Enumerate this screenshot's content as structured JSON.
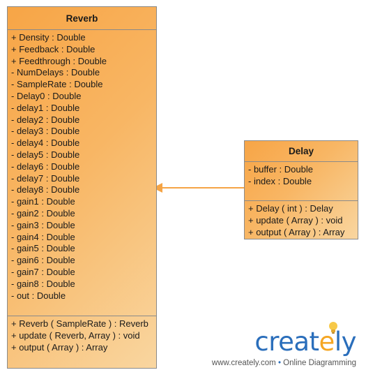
{
  "classes": {
    "reverb": {
      "name": "Reverb",
      "attributes": [
        "+ Density : Double",
        "+ Feedback : Double",
        "+ Feedthrough : Double",
        "- NumDelays : Double",
        "- SampleRate : Double",
        "- Delay0 : Double",
        "- delay1 : Double",
        "- delay2 : Double",
        "- delay3 : Double",
        "- delay4 : Double",
        "- delay5 : Double",
        "- delay6 : Double",
        "- delay7 : Double",
        "- delay8 : Double",
        "- gain1 : Double",
        "- gain2 : Double",
        "- gain3 : Double",
        "- gain4 : Double",
        "- gain5 : Double",
        "- gain6 : Double",
        "- gain7 : Double",
        "- gain8 : Double",
        "- out : Double"
      ],
      "operations": [
        "+ Reverb ( SampleRate ) : Reverb",
        "+ update ( Reverb, Array ) : void",
        "+ output ( Array ) : Array"
      ]
    },
    "delay": {
      "name": "Delay",
      "attributes": [
        "- buffer : Double",
        "- index : Double"
      ],
      "operations": [
        "+ Delay ( int ) : Delay",
        "+ update ( Array ) : void",
        "+ output ( Array ) : Array"
      ]
    }
  },
  "connector": {
    "from": "Delay",
    "to": "Reverb",
    "style": "solid line with open arrowhead",
    "color": "#f5a445"
  },
  "colors": {
    "class_fill_start": "#f7a546",
    "class_fill_end": "#f9d6a0",
    "class_border": "#8a8a8a",
    "logo_blue": "#2a6ebb",
    "logo_orange": "#f5a623"
  },
  "watermark": {
    "brand_main": "creat",
    "brand_accent": "e",
    "brand_tail": "ly",
    "icon": "lightbulb-icon",
    "site": "www.creately.com",
    "separator": "•",
    "tagline": "Online Diagramming"
  }
}
